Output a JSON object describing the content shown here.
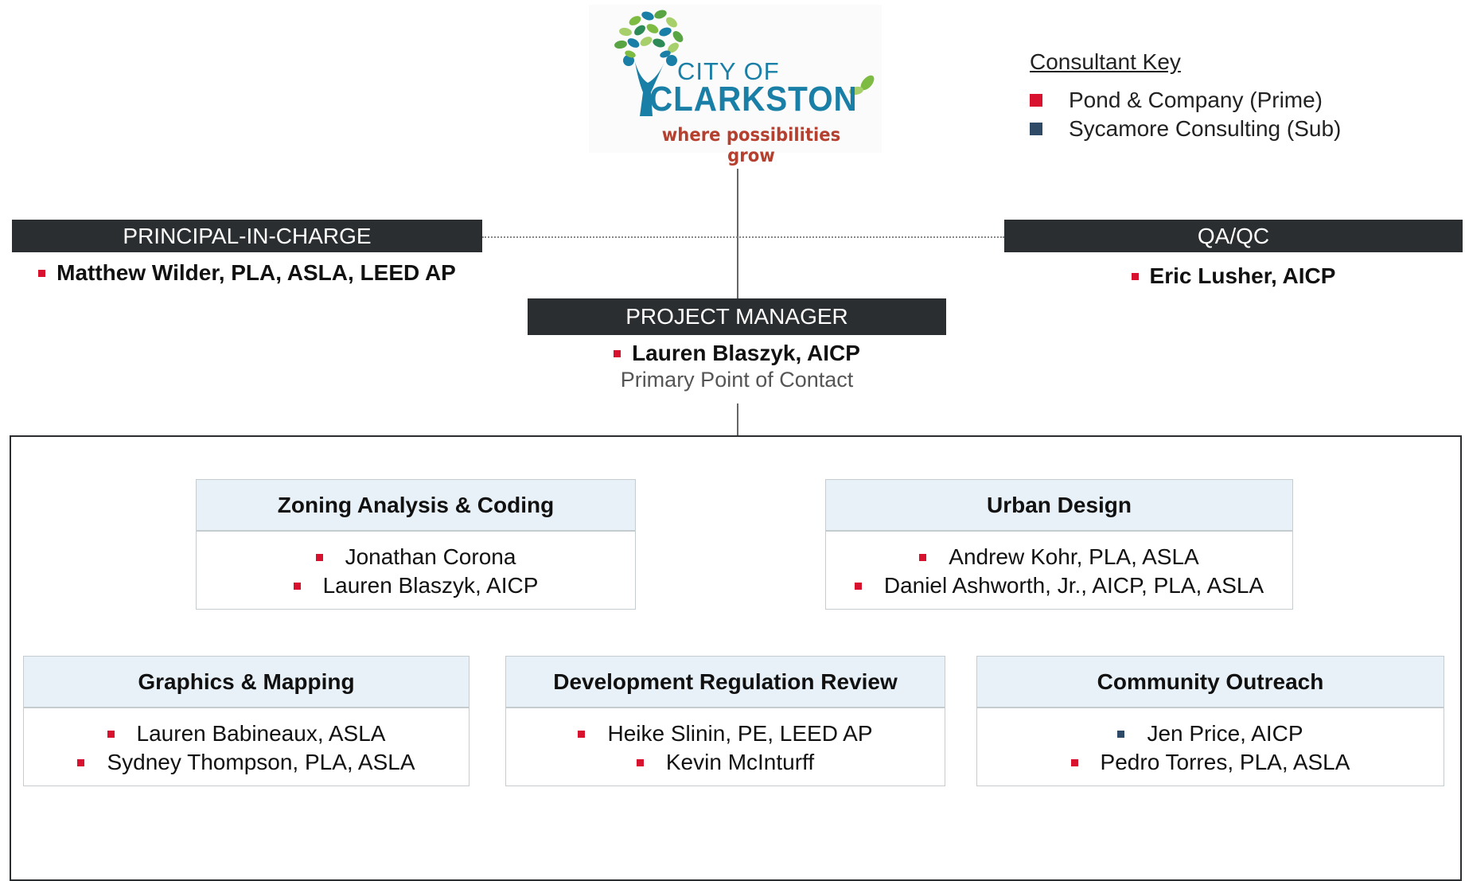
{
  "logo": {
    "line1": "CITY OF",
    "line2": "CLARKSTON",
    "tagline": "where possibilities grow"
  },
  "legend": {
    "title": "Consultant Key",
    "items": [
      {
        "label": "Pond & Company (Prime)",
        "color": "#d8122e"
      },
      {
        "label": "Sycamore Consulting (Sub)",
        "color": "#2e4a66"
      }
    ]
  },
  "roles": {
    "principal": {
      "title": "PRINCIPAL-IN-CHARGE",
      "person": "Matthew Wilder, PLA, ASLA, LEED AP",
      "color": "#d8122e"
    },
    "qaqc": {
      "title": "QA/QC",
      "person": "Eric Lusher, AICP",
      "color": "#d8122e"
    },
    "manager": {
      "title": "PROJECT MANAGER",
      "person": "Lauren Blaszyk, AICP",
      "subtitle": "Primary Point of Contact",
      "color": "#d8122e"
    }
  },
  "teams": [
    {
      "title": "Zoning Analysis & Coding",
      "members": [
        {
          "name": "Jonathan Corona",
          "color": "#d8122e"
        },
        {
          "name": "Lauren Blaszyk, AICP",
          "color": "#d8122e"
        }
      ]
    },
    {
      "title": "Urban Design",
      "members": [
        {
          "name": "Andrew Kohr, PLA, ASLA",
          "color": "#d8122e"
        },
        {
          "name": "Daniel Ashworth, Jr., AICP, PLA, ASLA",
          "color": "#d8122e"
        }
      ]
    },
    {
      "title": "Graphics & Mapping",
      "members": [
        {
          "name": "Lauren Babineaux, ASLA",
          "color": "#d8122e"
        },
        {
          "name": "Sydney Thompson, PLA, ASLA",
          "color": "#d8122e"
        }
      ]
    },
    {
      "title": "Development Regulation Review",
      "members": [
        {
          "name": "Heike Slinin, PE, LEED AP",
          "color": "#d8122e"
        },
        {
          "name": "Kevin McInturff",
          "color": "#d8122e"
        }
      ]
    },
    {
      "title": "Community Outreach",
      "members": [
        {
          "name": "Jen Price, AICP",
          "color": "#2e4a66"
        },
        {
          "name": "Pedro Torres, PLA, ASLA",
          "color": "#d8122e"
        }
      ]
    }
  ]
}
